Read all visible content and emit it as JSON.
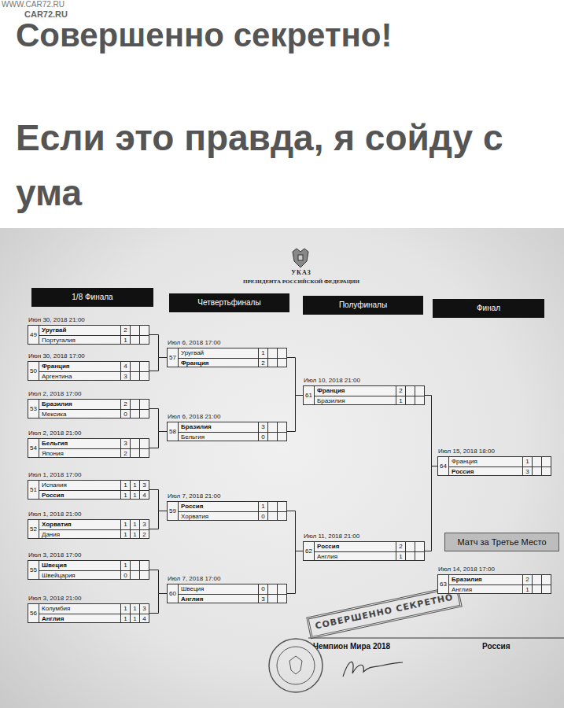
{
  "diagram": {
    "title": "Совершенно секретно!",
    "nodes": [
      {
        "text": [
          "1/8 Финала"
        ]
      },
      {
        "text": [
          "Четвертьфиналы"
        ]
      },
      {
        "text": [
          "Полуфиналы"
        ]
      },
      {
        "text": [
          "Финал"
        ]
      },
      {
        "text": [
          "Июн 30, 2018 21:00",
          "49",
          "Уругвай",
          "2",
          "Португалия",
          "1"
        ]
      },
      {
        "text": [
          "Июн 30, 2018 17:00",
          "50",
          "Франция",
          "4",
          "Аргентина",
          "3"
        ]
      },
      {
        "text": [
          "Июл 2, 2018 17:00",
          "53",
          "Бразилия",
          "2",
          "Мексика",
          "0"
        ]
      },
      {
        "text": [
          "Июл 2, 2018 21:00",
          "54",
          "Бельгия",
          "3",
          "Япония",
          "2"
        ]
      },
      {
        "text": [
          "Июл 1, 2018 17:00",
          "51",
          "Испания",
          "1",
          "1",
          "3",
          "Россия",
          "1",
          "1",
          "4"
        ]
      },
      {
        "text": [
          "Июл 1, 2018 21:00",
          "52",
          "Хорватия",
          "1",
          "1",
          "3",
          "Дания",
          "1",
          "1",
          "2"
        ]
      },
      {
        "text": [
          "Июл 3, 2018 17:00",
          "55",
          "Швеция",
          "1",
          "Швейцария",
          "0"
        ]
      },
      {
        "text": [
          "Июл 3, 2018 21:00",
          "56",
          "Колумбия",
          "1",
          "1",
          "3",
          "Англия",
          "1",
          "1",
          "4"
        ]
      },
      {
        "text": [
          "Июл 6, 2018 17:00",
          "57",
          "Уругвай",
          "1",
          "Франция",
          "2"
        ]
      },
      {
        "text": [
          "Июл 6, 2018 21:00",
          "58",
          "Бразилия",
          "3",
          "Бельгия",
          "0"
        ]
      },
      {
        "text": [
          "Июл 7, 2018 21:00",
          "59",
          "Россия",
          "1",
          "Хорватия",
          "0"
        ]
      },
      {
        "text": [
          "Июл 7, 2018 17:00",
          "60",
          "Швеция",
          "0",
          "Англия",
          "3"
        ]
      },
      {
        "text": [
          "Июл 10, 2018 21:00",
          "61",
          "Франция",
          "2",
          "Бразилия",
          "1"
        ]
      },
      {
        "text": [
          "Июл 11, 2018 21:00",
          "62",
          "Россия",
          "2",
          "Англия",
          "1"
        ]
      },
      {
        "text": [
          "Июл 15, 2018 18:00",
          "64",
          "Франция",
          "1",
          "Россия",
          "3"
        ]
      },
      {
        "text": [
          "Матч за Третье Место"
        ]
      },
      {
        "text": [
          "Июл 14, 2018 17:00",
          "63",
          "Бразилия",
          "2",
          "Англия",
          "1"
        ]
      }
    ],
    "edges": [
      {
        "from": 4,
        "to": 12,
        "arrow": "none"
      },
      {
        "from": 5,
        "to": 12,
        "arrow": "none"
      },
      {
        "from": 6,
        "to": 13,
        "arrow": "none"
      },
      {
        "from": 7,
        "to": 13,
        "arrow": "none"
      },
      {
        "from": 8,
        "to": 14,
        "arrow": "none"
      },
      {
        "from": 9,
        "to": 14,
        "arrow": "none"
      },
      {
        "from": 10,
        "to": 15,
        "arrow": "none"
      },
      {
        "from": 11,
        "to": 15,
        "arrow": "none"
      },
      {
        "from": 12,
        "to": 16,
        "arrow": "none"
      },
      {
        "from": 13,
        "to": 16,
        "arrow": "none"
      },
      {
        "from": 14,
        "to": 17,
        "arrow": "none"
      },
      {
        "from": 15,
        "to": 17,
        "arrow": "none"
      },
      {
        "from": 16,
        "to": 18,
        "arrow": "none"
      },
      {
        "from": 17,
        "to": 18,
        "arrow": "none"
      }
    ],
    "labels": [
      "WWW.CAR72.RU",
      "CAR72.RU",
      "Если это правда, я сойду с ума",
      "УКАЗ",
      "ПРЕЗИДЕНТА РОССИЙСКОЙ ФЕДЕРАЦИИ",
      "СОВЕРШЕННО СЕКРЕТНО",
      "Чемпион Мира 2018",
      "Россия"
    ]
  }
}
